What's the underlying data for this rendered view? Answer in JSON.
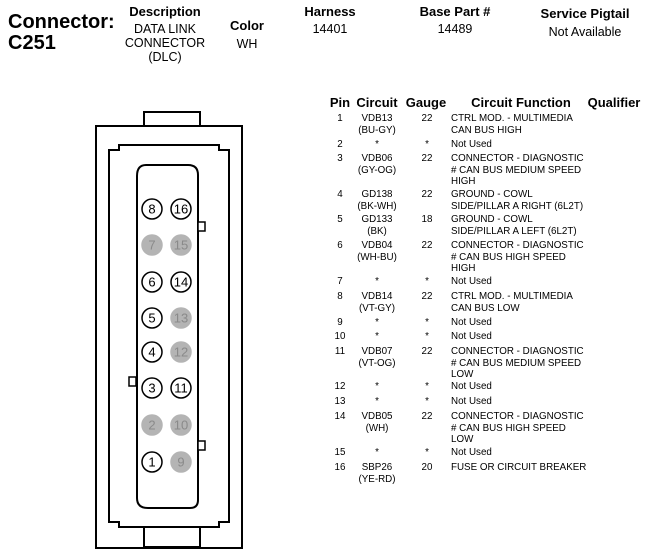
{
  "connector": {
    "label": "Connector:",
    "id": "C251"
  },
  "header": {
    "description_label": "Description",
    "description_value": "DATA LINK CONNECTOR (DLC)",
    "color_label": "Color",
    "color_value": "WH",
    "harness_label": "Harness",
    "harness_value": "14401",
    "base_part_label": "Base Part #",
    "base_part_value": "14489",
    "pigtail_label": "Service Pigtail",
    "pigtail_value": "Not Available"
  },
  "table": {
    "columns": [
      "Pin",
      "Circuit",
      "Gauge",
      "Circuit Function",
      "Qualifier"
    ],
    "rows": [
      {
        "pin": "1",
        "circuit": [
          "VDB13",
          "(BU-GY)"
        ],
        "gauge": "22",
        "function": [
          "CTRL MOD. - MULTIMEDIA",
          "CAN BUS HIGH"
        ]
      },
      {
        "pin": "2",
        "circuit": [
          "*"
        ],
        "gauge": "*",
        "function": [
          "Not Used"
        ]
      },
      {
        "pin": "3",
        "circuit": [
          "VDB06",
          "(GY-OG)"
        ],
        "gauge": "22",
        "function": [
          "CONNECTOR - DIAGNOSTIC",
          "# CAN BUS MEDIUM SPEED",
          "HIGH"
        ]
      },
      {
        "pin": "4",
        "circuit": [
          "GD138",
          "(BK-WH)"
        ],
        "gauge": "22",
        "function": [
          "GROUND - COWL",
          "SIDE/PILLAR A RIGHT (6L2T)"
        ]
      },
      {
        "pin": "5",
        "circuit": [
          "GD133",
          "(BK)"
        ],
        "gauge": "18",
        "function": [
          "GROUND - COWL",
          "SIDE/PILLAR A LEFT (6L2T)"
        ]
      },
      {
        "pin": "6",
        "circuit": [
          "VDB04",
          "(WH-BU)"
        ],
        "gauge": "22",
        "function": [
          "CONNECTOR - DIAGNOSTIC",
          "# CAN BUS HIGH SPEED",
          "HIGH"
        ]
      },
      {
        "pin": "7",
        "circuit": [
          "*"
        ],
        "gauge": "*",
        "function": [
          "Not Used"
        ]
      },
      {
        "pin": "8",
        "circuit": [
          "VDB14",
          "(VT-GY)"
        ],
        "gauge": "22",
        "function": [
          "CTRL MOD. - MULTIMEDIA",
          "CAN BUS LOW"
        ]
      },
      {
        "pin": "9",
        "circuit": [
          "*"
        ],
        "gauge": "*",
        "function": [
          "Not Used"
        ]
      },
      {
        "pin": "10",
        "circuit": [
          "*"
        ],
        "gauge": "*",
        "function": [
          "Not Used"
        ]
      },
      {
        "pin": "11",
        "circuit": [
          "VDB07",
          "(VT-OG)"
        ],
        "gauge": "22",
        "function": [
          "CONNECTOR - DIAGNOSTIC",
          "# CAN BUS MEDIUM SPEED",
          "LOW"
        ]
      },
      {
        "pin": "12",
        "circuit": [
          "*"
        ],
        "gauge": "*",
        "function": [
          "Not Used"
        ]
      },
      {
        "pin": "13",
        "circuit": [
          "*"
        ],
        "gauge": "*",
        "function": [
          "Not Used"
        ]
      },
      {
        "pin": "14",
        "circuit": [
          "VDB05",
          "(WH)"
        ],
        "gauge": "22",
        "function": [
          "CONNECTOR - DIAGNOSTIC",
          "# CAN BUS HIGH SPEED",
          "LOW"
        ]
      },
      {
        "pin": "15",
        "circuit": [
          "*"
        ],
        "gauge": "*",
        "function": [
          "Not Used"
        ]
      },
      {
        "pin": "16",
        "circuit": [
          "SBP26",
          "(YE-RD)"
        ],
        "gauge": "20",
        "function": [
          "FUSE OR CIRCUIT BREAKER"
        ]
      }
    ]
  },
  "diagram": {
    "left_pins": [
      "8",
      "7",
      "6",
      "5",
      "4",
      "3",
      "2",
      "1"
    ],
    "right_pins": [
      "16",
      "15",
      "14",
      "13",
      "12",
      "11",
      "10",
      "9"
    ],
    "unused_pins": [
      "2",
      "7",
      "9",
      "10",
      "12",
      "13",
      "15"
    ],
    "used_pin_fill": "#ffffff",
    "unused_pin_fill": "#b4b4b4",
    "unused_pin_text": "#8a8a8a"
  }
}
